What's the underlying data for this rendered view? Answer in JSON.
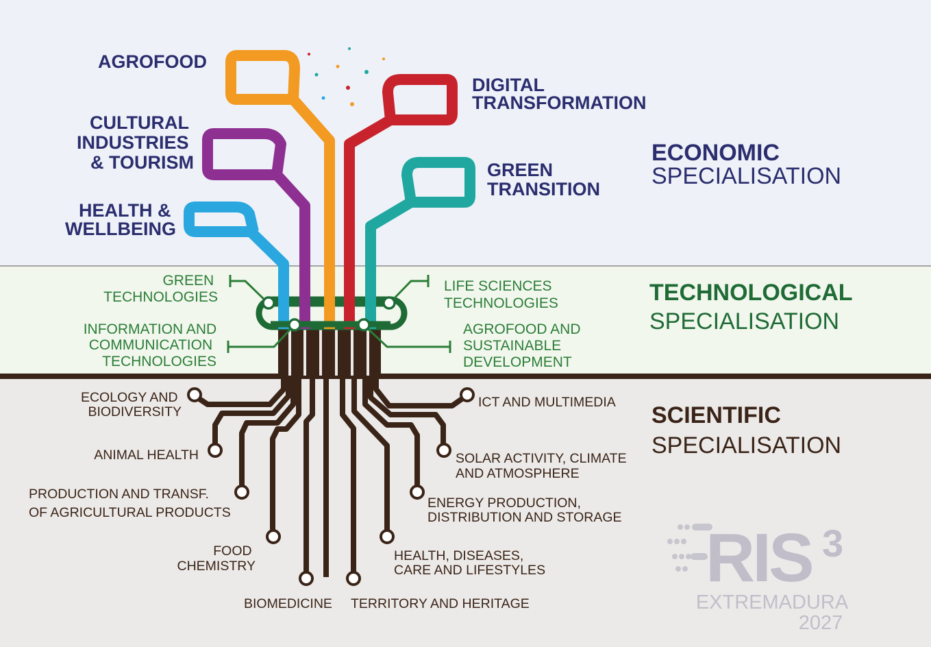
{
  "levels": {
    "economic": {
      "bold": "ECONOMIC",
      "regular": "SPECIALISATION",
      "color": "#2b2d6e"
    },
    "technological": {
      "bold": "TECHNOLOGICAL",
      "regular": "SPECIALISATION",
      "color": "#1f6b35"
    },
    "scientific": {
      "bold": "SCIENTIFIC",
      "regular": "SPECIALISATION",
      "color": "#3a2418"
    }
  },
  "economic_sectors": {
    "agrofood": {
      "lines": [
        "AGROFOOD"
      ],
      "color": "#f29a22"
    },
    "cultural": {
      "lines": [
        "CULTURAL",
        "INDUSTRIES",
        "& TOURISM"
      ],
      "color": "#8e2f92"
    },
    "health": {
      "lines": [
        "HEALTH &",
        "WELLBEING"
      ],
      "color": "#2aa7df"
    },
    "digital": {
      "lines": [
        "DIGITAL",
        "TRANSFORMATION"
      ],
      "color": "#c8232c"
    },
    "green": {
      "lines": [
        "GREEN",
        "TRANSITION"
      ],
      "color": "#1fa7a0"
    }
  },
  "technologies": {
    "green_tech": [
      "GREEN",
      "TECHNOLOGIES"
    ],
    "ict": [
      "INFORMATION AND",
      "COMMUNICATION",
      "TECHNOLOGIES"
    ],
    "life_sciences": [
      "LIFE SCIENCES",
      "TECHNOLOGIES"
    ],
    "agrofood_sust": [
      "AGROFOOD AND",
      "SUSTAINABLE",
      "DEVELOPMENT"
    ],
    "color": "#2a7d36"
  },
  "sciences": {
    "ecology": [
      "ECOLOGY AND",
      "BIODIVERSITY"
    ],
    "animal_health": [
      "ANIMAL HEALTH"
    ],
    "production": [
      "PRODUCTION AND TRANSF.",
      "OF AGRICULTURAL PRODUCTS"
    ],
    "food_chem": [
      "FOOD",
      "CHEMISTRY"
    ],
    "biomedicine": [
      "BIOMEDICINE"
    ],
    "territory": [
      "TERRITORY AND HERITAGE"
    ],
    "health_diseases": [
      "HEALTH, DISEASES,",
      "CARE AND LIFESTYLES"
    ],
    "energy": [
      "ENERGY PRODUCTION,",
      "DISTRIBUTION AND STORAGE"
    ],
    "solar": [
      "SOLAR ACTIVITY, CLIMATE",
      "AND ATMOSPHERE"
    ],
    "ict_multimedia": [
      "ICT AND MULTIMEDIA"
    ],
    "color": "#3a2418"
  },
  "logo": {
    "name": "RIS³",
    "region": "EXTREMADURA",
    "year": "2027"
  },
  "colors": {
    "economic_bg": "#eef2f8",
    "technological_bg": "#f2f7ee",
    "scientific_bg": "#eceae8",
    "root": "#3a2418",
    "tech_ring": "#1f6b35"
  }
}
